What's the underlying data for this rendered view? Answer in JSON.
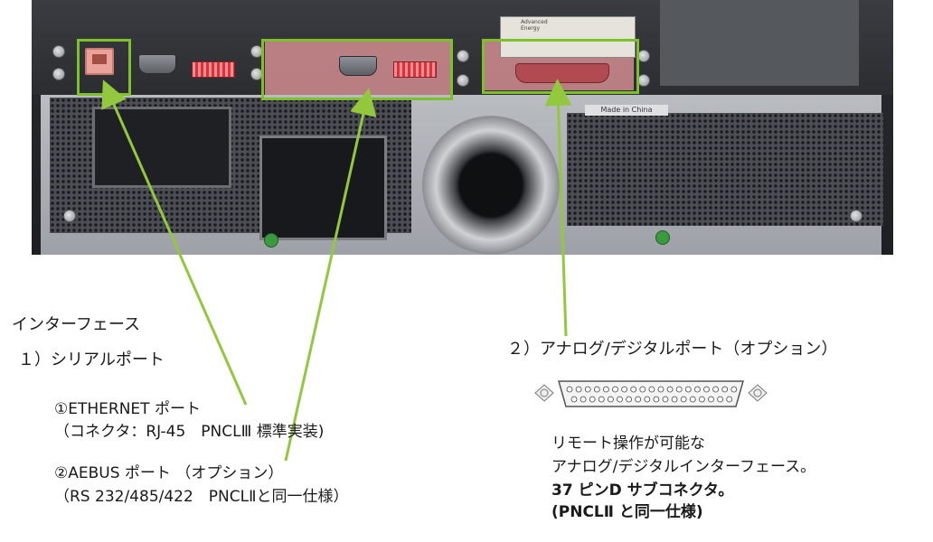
{
  "photo": {
    "plate_lines": [
      "Advanced",
      "Energy"
    ],
    "made_in": "Made in China"
  },
  "colors": {
    "highlight": "#7cc02a",
    "arrow": "#93c83e"
  },
  "left_section": {
    "heading": "インターフェース",
    "subheading": "１）シリアルポート",
    "item1_line1": "①ETHERNET ポート",
    "item1_line2": "（コネクタ：RJ-45　PNCLⅢ 標準実装)",
    "item2_line1": "②AEBUS ポート （オプション）",
    "item2_line2": "（RS 232/485/422　PNCLⅡと同一仕様）"
  },
  "right_section": {
    "heading": "２）アナログ/デジタルポート（オプション）",
    "desc_line1": "リモート操作が可能な",
    "desc_line2": "アナログ/デジタルインターフェース。",
    "desc_line3": "37 ピンD サブコネクタ。",
    "desc_line4": "(PNCLⅡ と同一仕様)"
  },
  "icons": {
    "connector": "db37-connector-icon"
  }
}
